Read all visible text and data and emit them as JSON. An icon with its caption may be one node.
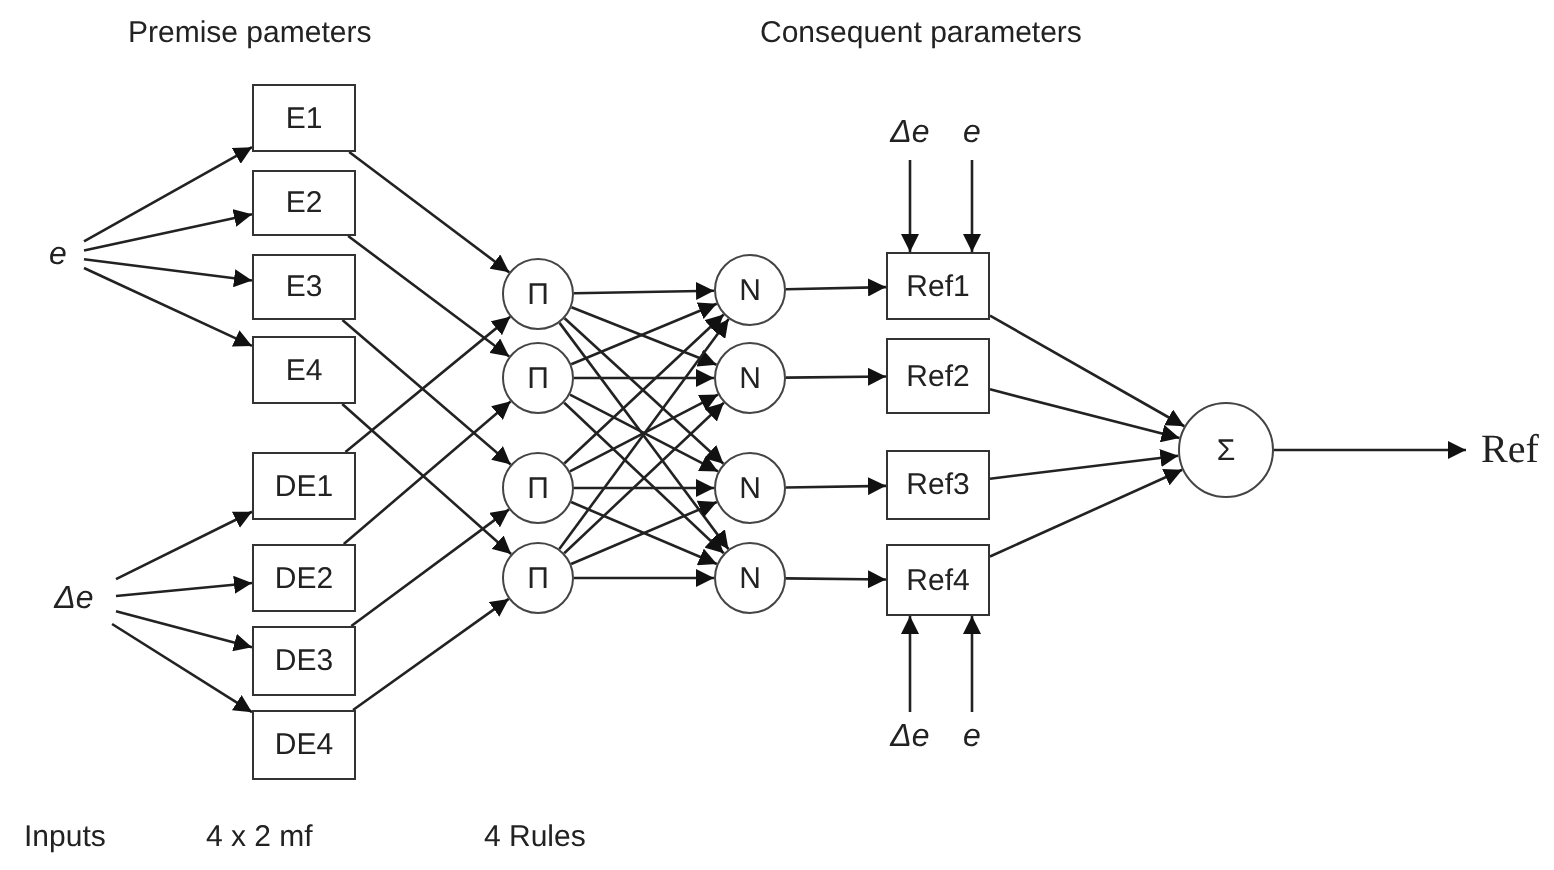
{
  "diagram": {
    "nodes": [
      {
        "text": [
          "e"
        ]
      },
      {
        "text": [
          "Δe"
        ]
      },
      {
        "text": [
          "E1"
        ]
      },
      {
        "text": [
          "E2"
        ]
      },
      {
        "text": [
          "E3"
        ]
      },
      {
        "text": [
          "E4"
        ]
      },
      {
        "text": [
          "DE1"
        ]
      },
      {
        "text": [
          "DE2"
        ]
      },
      {
        "text": [
          "DE3"
        ]
      },
      {
        "text": [
          "DE4"
        ]
      },
      {
        "text": [
          "Π"
        ]
      },
      {
        "text": [
          "Π"
        ]
      },
      {
        "text": [
          "Π"
        ]
      },
      {
        "text": [
          "Π"
        ]
      },
      {
        "text": [
          "N"
        ]
      },
      {
        "text": [
          "N"
        ]
      },
      {
        "text": [
          "N"
        ]
      },
      {
        "text": [
          "N"
        ]
      },
      {
        "text": [
          "Δe"
        ]
      },
      {
        "text": [
          "e"
        ]
      },
      {
        "text": [
          "Ref1"
        ]
      },
      {
        "text": [
          "Ref2"
        ]
      },
      {
        "text": [
          "Ref3"
        ]
      },
      {
        "text": [
          "Ref4"
        ]
      },
      {
        "text": [
          "Δe"
        ]
      },
      {
        "text": [
          "e"
        ]
      },
      {
        "text": [
          "Σ"
        ]
      },
      {
        "text": [
          "Ref"
        ]
      }
    ],
    "edges": [
      {
        "from": 0,
        "to": 2,
        "arrow": "to"
      },
      {
        "from": 0,
        "to": 3,
        "arrow": "to"
      },
      {
        "from": 0,
        "to": 4,
        "arrow": "to"
      },
      {
        "from": 0,
        "to": 5,
        "arrow": "to"
      },
      {
        "from": 1,
        "to": 6,
        "arrow": "to"
      },
      {
        "from": 1,
        "to": 7,
        "arrow": "to"
      },
      {
        "from": 1,
        "to": 8,
        "arrow": "to"
      },
      {
        "from": 1,
        "to": 9,
        "arrow": "to"
      },
      {
        "from": 2,
        "to": 10,
        "arrow": "to"
      },
      {
        "from": 3,
        "to": 11,
        "arrow": "to"
      },
      {
        "from": 4,
        "to": 12,
        "arrow": "to"
      },
      {
        "from": 5,
        "to": 13,
        "arrow": "to"
      },
      {
        "from": 6,
        "to": 10,
        "arrow": "to"
      },
      {
        "from": 7,
        "to": 11,
        "arrow": "to"
      },
      {
        "from": 8,
        "to": 12,
        "arrow": "to"
      },
      {
        "from": 9,
        "to": 13,
        "arrow": "to"
      },
      {
        "from": 10,
        "to": 14,
        "arrow": "to"
      },
      {
        "from": 10,
        "to": 15,
        "arrow": "to"
      },
      {
        "from": 10,
        "to": 16,
        "arrow": "to"
      },
      {
        "from": 10,
        "to": 17,
        "arrow": "to"
      },
      {
        "from": 11,
        "to": 14,
        "arrow": "to"
      },
      {
        "from": 11,
        "to": 15,
        "arrow": "to"
      },
      {
        "from": 11,
        "to": 16,
        "arrow": "to"
      },
      {
        "from": 11,
        "to": 17,
        "arrow": "to"
      },
      {
        "from": 12,
        "to": 14,
        "arrow": "to"
      },
      {
        "from": 12,
        "to": 15,
        "arrow": "to"
      },
      {
        "from": 12,
        "to": 16,
        "arrow": "to"
      },
      {
        "from": 12,
        "to": 17,
        "arrow": "to"
      },
      {
        "from": 13,
        "to": 14,
        "arrow": "to"
      },
      {
        "from": 13,
        "to": 15,
        "arrow": "to"
      },
      {
        "from": 13,
        "to": 16,
        "arrow": "to"
      },
      {
        "from": 13,
        "to": 17,
        "arrow": "to"
      },
      {
        "from": 14,
        "to": 20,
        "arrow": "to"
      },
      {
        "from": 15,
        "to": 21,
        "arrow": "to"
      },
      {
        "from": 16,
        "to": 22,
        "arrow": "to"
      },
      {
        "from": 17,
        "to": 23,
        "arrow": "to"
      },
      {
        "from": 18,
        "to": 20,
        "arrow": "to"
      },
      {
        "from": 19,
        "to": 20,
        "arrow": "to"
      },
      {
        "from": 24,
        "to": 23,
        "arrow": "to"
      },
      {
        "from": 25,
        "to": 23,
        "arrow": "to"
      },
      {
        "from": 20,
        "to": 26,
        "arrow": "to"
      },
      {
        "from": 21,
        "to": 26,
        "arrow": "to"
      },
      {
        "from": 22,
        "to": 26,
        "arrow": "to"
      },
      {
        "from": 23,
        "to": 26,
        "arrow": "to"
      },
      {
        "from": 26,
        "to": 27,
        "arrow": "to"
      }
    ],
    "labels": [
      "Premise pameters",
      "Consequent parameters",
      "Inputs",
      "4 x 2 mf",
      "4 Rules"
    ]
  }
}
